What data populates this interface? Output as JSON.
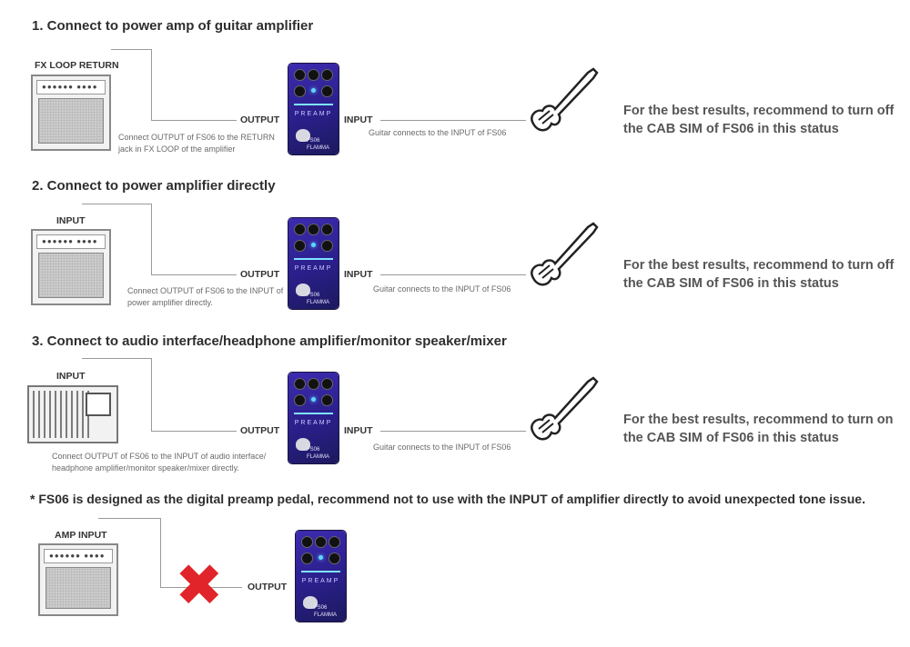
{
  "sections": [
    {
      "title": "1. Connect to power amp of guitar amplifier",
      "amp_label": "FX LOOP RETURN",
      "output_label": "OUTPUT",
      "output_caption": "Connect OUTPUT of FS06 to the RETURN jack in FX LOOP of the amplifier",
      "input_label": "INPUT",
      "input_caption": "Guitar connects to the INPUT of FS06",
      "recommendation_line1": "For the best results, recommend to turn off",
      "recommendation_line2": "the CAB SIM of FS06 in this status"
    },
    {
      "title": "2. Connect to power amplifier directly",
      "amp_label": "INPUT",
      "output_label": "OUTPUT",
      "output_caption": "Connect OUTPUT of FS06 to the INPUT of power amplifier directly.",
      "input_label": "INPUT",
      "input_caption": "Guitar connects to the INPUT of FS06",
      "recommendation_line1": "For the best results, recommend to turn off",
      "recommendation_line2": "the CAB SIM of FS06 in this status"
    },
    {
      "title": "3. Connect to audio interface/headphone amplifier/monitor speaker/mixer",
      "amp_label": "INPUT",
      "output_label": "OUTPUT",
      "output_caption": "Connect OUTPUT of FS06 to the INPUT of audio interface/ headphone amplifier/monitor speaker/mixer directly.",
      "input_label": "INPUT",
      "input_caption": "Guitar connects to the INPUT of FS06",
      "recommendation_line1": "For the best results, recommend to turn on",
      "recommendation_line2": "the CAB SIM of FS06 in this status"
    }
  ],
  "warning": {
    "text": "* FS06 is designed as the digital preamp pedal, recommend not to use with the INPUT of amplifier directly to avoid unexpected tone issue.",
    "amp_label": "AMP INPUT",
    "output_label": "OUTPUT",
    "cross_glyph": "✖"
  },
  "pedal": {
    "logo": "PREAMP",
    "model": "FS06",
    "brand": "FLAMMA"
  },
  "colors": {
    "pedal": "#2a1f8a",
    "led": "#5fd8ff",
    "cross": "#e0242a",
    "wire": "#9a9a9a"
  }
}
